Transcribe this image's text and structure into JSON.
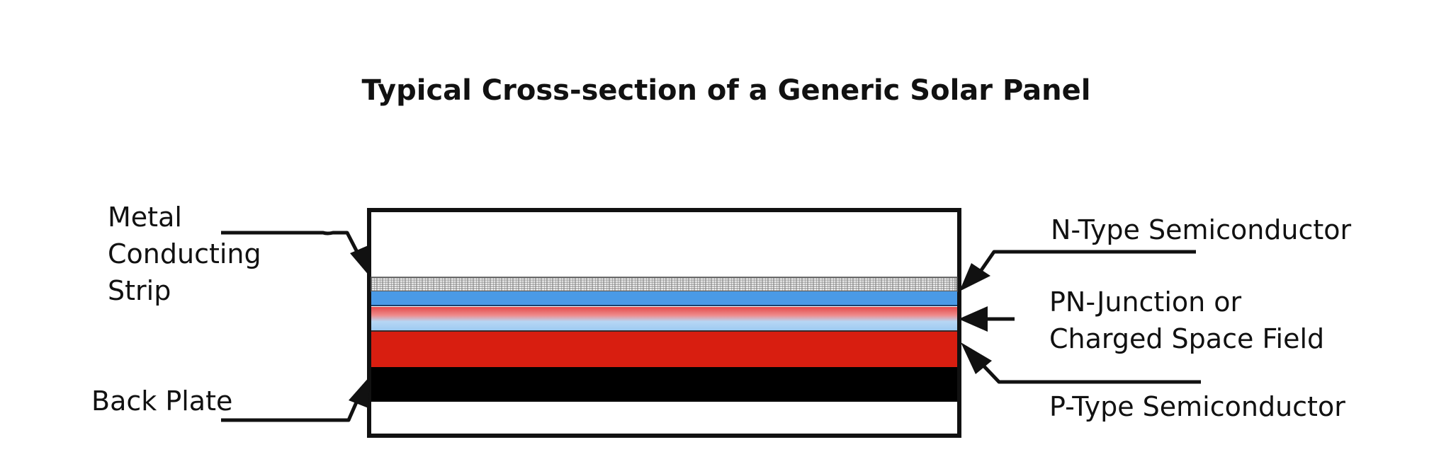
{
  "title": "Typical Cross-section of a Generic Solar Panel",
  "labels": {
    "metal_strip": [
      "Metal",
      "Conducting",
      "Strip"
    ],
    "back_plate": "Back Plate",
    "n_type": "N-Type Semiconductor",
    "pn_junction": [
      "PN-Junction or",
      "Charged Space Field"
    ],
    "p_type": "P-Type Semiconductor"
  },
  "colors": {
    "outline": "#111111",
    "metal_strip_grid": "#7a7a7a",
    "n_type": "#4a9ae6",
    "junction_red": "#e24a4a",
    "junction_light_blue": "#9ccaf2",
    "p_type": "#d81e10",
    "back_plate": "#000000",
    "background": "#ffffff"
  }
}
